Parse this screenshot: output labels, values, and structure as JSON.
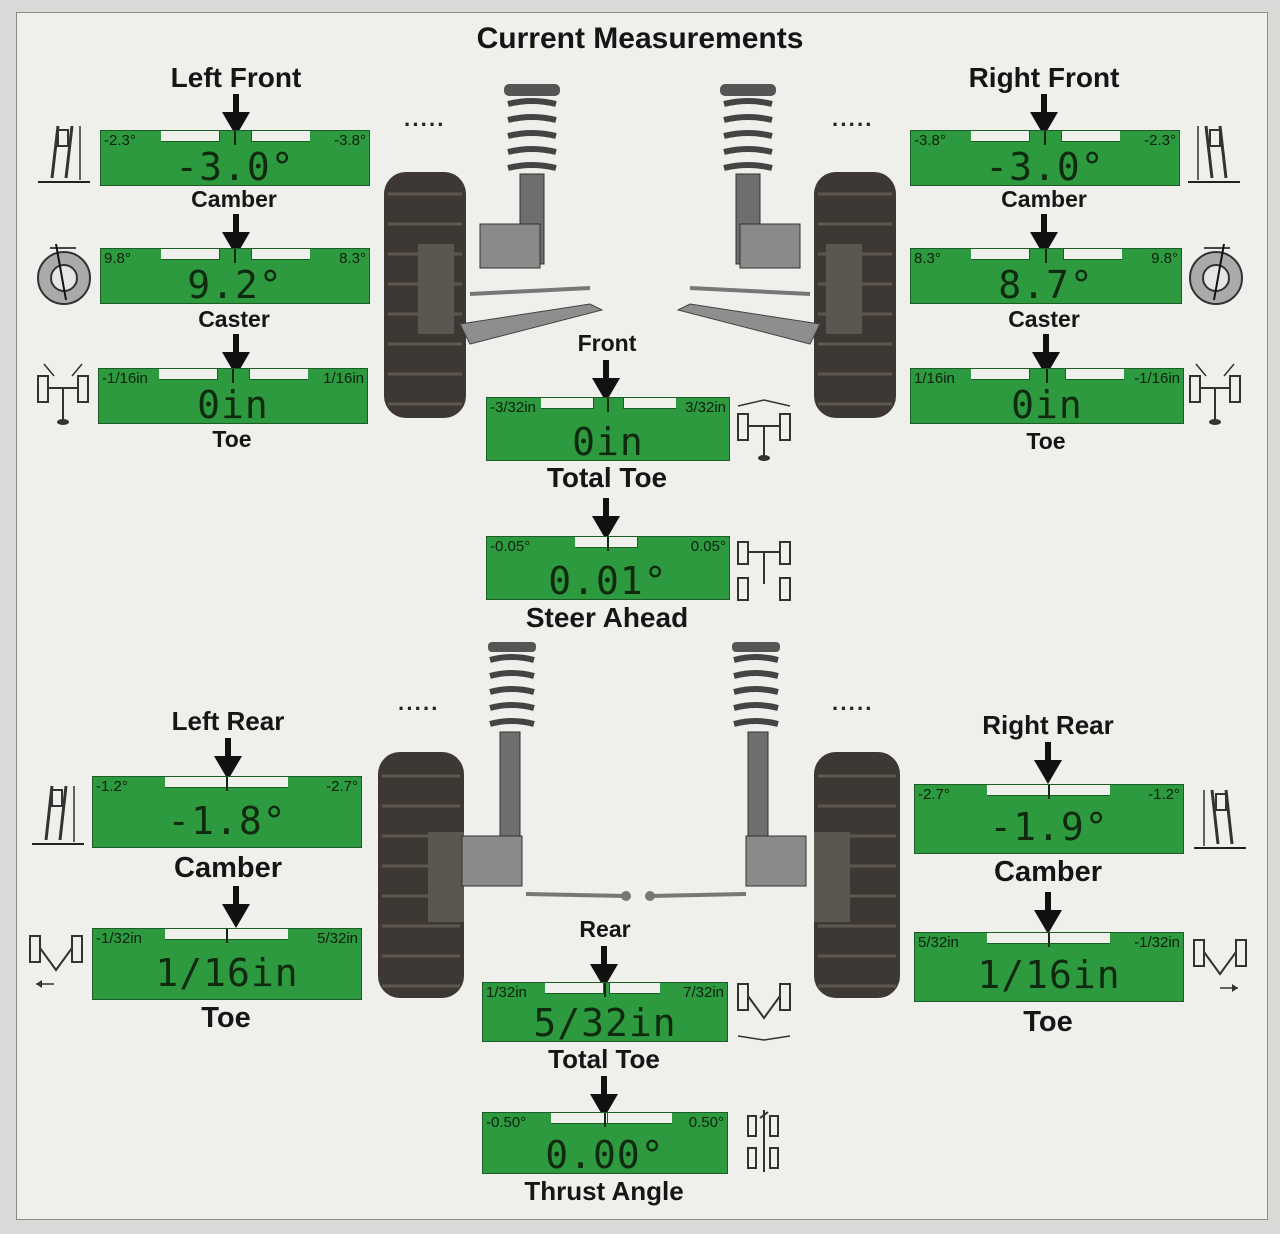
{
  "title": "Current Measurements",
  "front": {
    "left_label": "Left Front",
    "right_label": "Right Front",
    "center_label": "Front",
    "left": {
      "camber": {
        "label": "Camber",
        "value": "-3.0°",
        "min": "-2.3°",
        "max": "-3.8°"
      },
      "caster": {
        "label": "Caster",
        "value": "9.2°",
        "min": "9.8°",
        "max": "8.3°"
      },
      "toe": {
        "label": "Toe",
        "value": "0in",
        "min": "-1/16in",
        "max": "1/16in"
      }
    },
    "right": {
      "camber": {
        "label": "Camber",
        "value": "-3.0°",
        "min": "-3.8°",
        "max": "-2.3°"
      },
      "caster": {
        "label": "Caster",
        "value": "8.7°",
        "min": "8.3°",
        "max": "9.8°"
      },
      "toe": {
        "label": "Toe",
        "value": "0in",
        "min": "1/16in",
        "max": "-1/16in"
      }
    },
    "total_toe": {
      "label": "Total Toe",
      "value": "0in",
      "min": "-3/32in",
      "max": "3/32in"
    },
    "steer_ahead": {
      "label": "Steer Ahead",
      "value": "0.01°",
      "min": "-0.05°",
      "max": "0.05°"
    }
  },
  "rear": {
    "left_label": "Left Rear",
    "right_label": "Right Rear",
    "center_label": "Rear",
    "left": {
      "camber": {
        "label": "Camber",
        "value": "-1.8°",
        "min": "-1.2°",
        "max": "-2.7°"
      },
      "toe": {
        "label": "Toe",
        "value": "1/16in",
        "min": "-1/32in",
        "max": "5/32in"
      }
    },
    "right": {
      "camber": {
        "label": "Camber",
        "value": "-1.9°",
        "min": "-2.7°",
        "max": "-1.2°"
      },
      "toe": {
        "label": "Toe",
        "value": "1/16in",
        "min": "5/32in",
        "max": "-1/32in"
      }
    },
    "total_toe": {
      "label": "Total Toe",
      "value": "5/32in",
      "min": "1/32in",
      "max": "7/32in"
    },
    "thrust_angle": {
      "label": "Thrust Angle",
      "value": "0.00°",
      "min": "-0.50°",
      "max": "0.50°"
    }
  },
  "dots": "·····",
  "colors": {
    "gauge_green": "#2e9a40",
    "background": "#efefec",
    "text": "#161616"
  },
  "icons": [
    "camber-diagram-icon",
    "caster-diagram-icon",
    "toe-diagram-icon",
    "total-toe-diagram-icon",
    "steer-ahead-diagram-icon",
    "thrust-angle-diagram-icon",
    "front-suspension-illustration",
    "rear-suspension-illustration",
    "down-arrow-icon"
  ]
}
